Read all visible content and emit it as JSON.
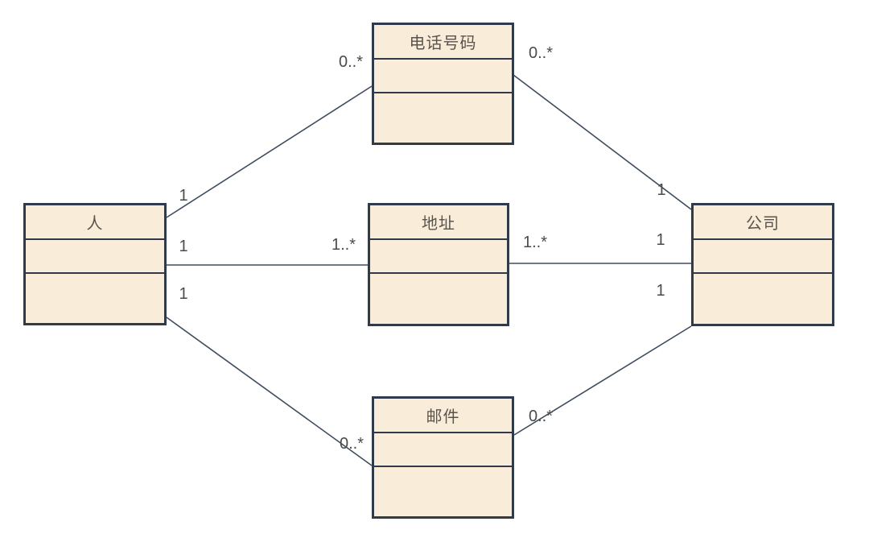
{
  "diagram": {
    "type": "uml-class-diagram",
    "colors": {
      "background": "#ffffff",
      "node_fill": "#f9edda",
      "node_border": "#2f3b4b",
      "line": "#3e4c5e",
      "title_text": "#5a544c",
      "label_text": "#4b4b4b"
    },
    "classes": {
      "phone": {
        "name": "电话号码"
      },
      "person": {
        "name": "人"
      },
      "address": {
        "name": "地址"
      },
      "company": {
        "name": "公司"
      },
      "email": {
        "name": "邮件"
      }
    },
    "associations": {
      "person_phone": {
        "source": "人",
        "target": "电话号码",
        "source_label": "1",
        "target_label": "0..*"
      },
      "phone_company": {
        "source": "电话号码",
        "target": "公司",
        "source_label": "0..*",
        "target_label": "1"
      },
      "person_address": {
        "source": "人",
        "target": "地址",
        "source_label": "1",
        "target_label": "1..*"
      },
      "address_company": {
        "source": "地址",
        "target": "公司",
        "source_label": "1..*",
        "target_label": "1"
      },
      "person_email": {
        "source": "人",
        "target": "邮件",
        "source_label": "1",
        "target_label": "0..*"
      },
      "email_company": {
        "source": "邮件",
        "target": "公司",
        "source_label": "0..*",
        "target_label": "1"
      }
    }
  }
}
